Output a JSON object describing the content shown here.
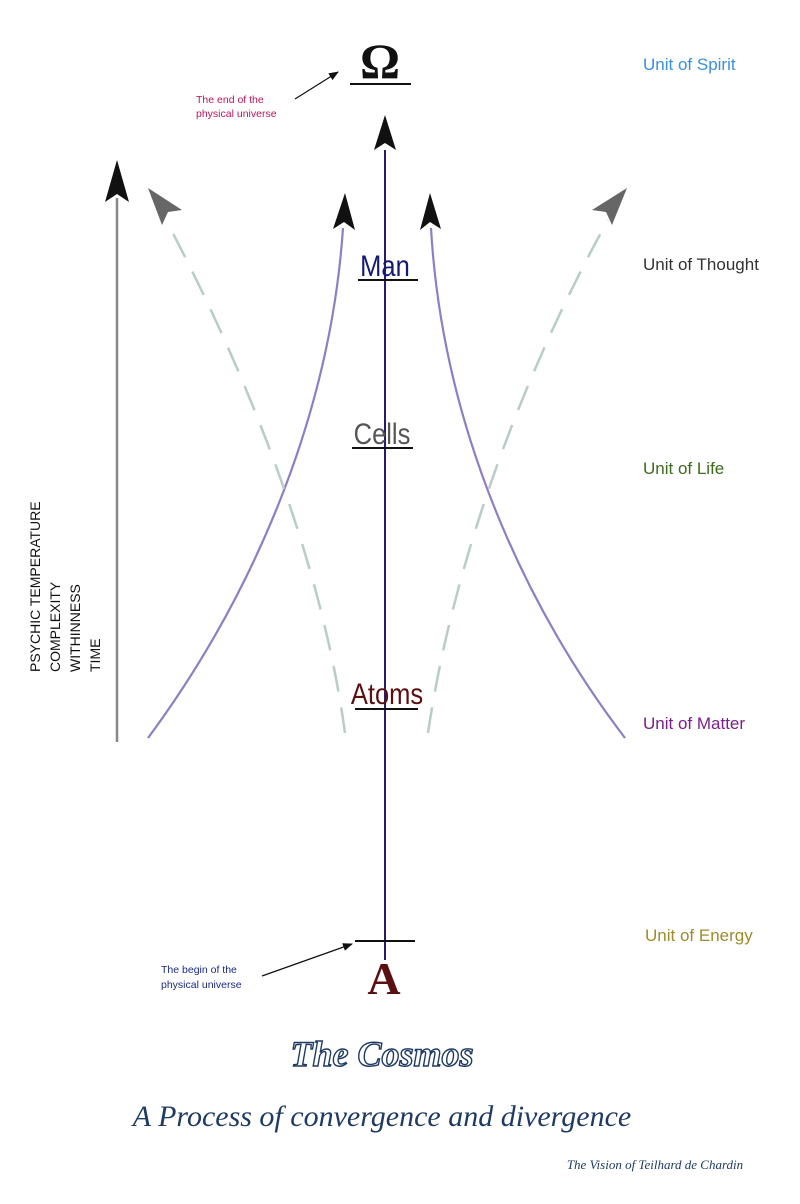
{
  "colors": {
    "spine": "#2a1a6e",
    "curve": "#8e7fc4",
    "dashed": "#b9cdc8",
    "arrow_head": "#111111",
    "grey_arrow": "#888888",
    "spirit": "#3a8fe0",
    "thought": "#333333",
    "life": "#3d6b1e",
    "matter": "#7a1f8a",
    "energy": "#a08a2e",
    "note_end": "#c0145c",
    "note_begin": "#1a2a8a",
    "man": "#141a70",
    "cells": "#555555",
    "atoms": "#5a1010",
    "alpha": "#5a1010",
    "omega": "#111111",
    "title": "#1f3b63"
  },
  "symbols": {
    "omega": "Ω",
    "alpha": "A"
  },
  "stages": {
    "man": "Man",
    "cells": "Cells",
    "atoms": "Atoms"
  },
  "units": {
    "spirit": "Unit of Spirit",
    "thought": "Unit of Thought",
    "life": "Unit of Life",
    "matter": "Unit of Matter",
    "energy": "Unit of Energy"
  },
  "notes": {
    "end_line1": "The end of the",
    "end_line2": "physical universe",
    "begin_line1": "The begin of the",
    "begin_line2": "physical universe"
  },
  "axis_labels": {
    "line1": "PSYCHIC TEMPERATURE",
    "line2": "COMPLEXITY",
    "line3": "WITHINNESS",
    "line4": "TIME"
  },
  "title": {
    "main": "The Cosmos",
    "sub": "A Process of convergence and divergence",
    "credit": "The Vision of Teilhard de Chardin"
  }
}
